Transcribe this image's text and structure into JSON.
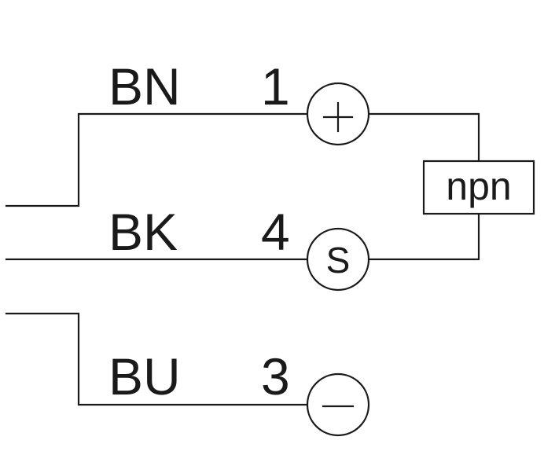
{
  "wires": [
    {
      "color_code": "BN",
      "pin": "1"
    },
    {
      "color_code": "BK",
      "pin": "4"
    },
    {
      "color_code": "BU",
      "pin": "3"
    }
  ],
  "terminals": {
    "plus": {
      "icon": "plus-symbol"
    },
    "signal": {
      "symbol": "S"
    },
    "minus": {
      "icon": "minus-symbol"
    }
  },
  "output_box": {
    "label": "npn"
  },
  "colors": {
    "line": "#1a1a1a",
    "background": "#ffffff"
  }
}
